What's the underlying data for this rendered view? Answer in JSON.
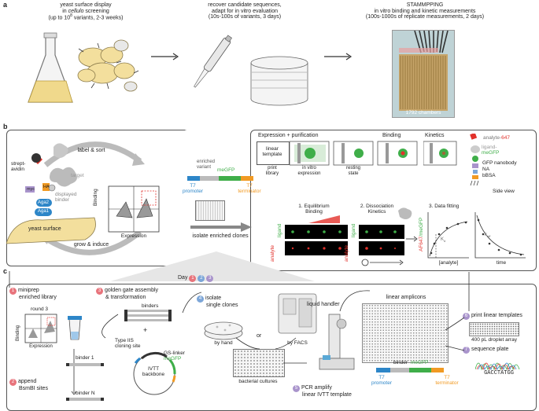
{
  "panel_a": {
    "letter": "a",
    "step1": {
      "line1": "yeast surface display",
      "line2_pre": "in ",
      "line2_italic": "cellulo",
      "line2_post": " screening",
      "line3": "(up to 10",
      "line3_sup": "8",
      "line3_post": " variants, 2-3 weeks)"
    },
    "step2": {
      "line1": "recover candidate sequences,",
      "line2": "adapt for in vitro evaluation",
      "line3": "(10s-100s of variants, 3 days)"
    },
    "step3": {
      "line1": "STAMMPPING",
      "line2": "in vitro binding and kinetic measurements",
      "line3": "(100s-1000s of replicate measurements, 2 days)"
    },
    "chip_label": "1792 chambers"
  },
  "panel_b": {
    "letter": "b",
    "label_sort": "label & sort",
    "grow_induce": "grow & induce",
    "strept": "strept-",
    "avidin": "avidin",
    "target": "target",
    "displayed": "displayed",
    "binder": "binder",
    "myc": "myc",
    "ha": "HA",
    "aga2": "Aga2",
    "aga1": "Aga1",
    "yeast_surface": "yeast surface",
    "binding": "Binding",
    "expression": "Expression",
    "enriched": "enriched",
    "variant": "variant",
    "t7_promoter_1": "T7",
    "t7_promoter_2": "promoter",
    "megfp": "meGFP",
    "t7_terminator_1": "T7",
    "t7_terminator_2": "terminator",
    "isolate": "isolate enriched clones",
    "expr_purif": "Expression + purification",
    "linear_template_1": "linear",
    "linear_template_2": "template",
    "print_library_1": "print",
    "print_library_2": "library",
    "in_vitro_1": "in vitro",
    "in_vitro_2": "expression",
    "resting_1": "resting",
    "resting_2": "state",
    "binding_title": "Binding",
    "kinetics_title": "Kinetics",
    "analyte_pre": "analyte-",
    "analyte_num": "647",
    "ligand_1": "ligand-",
    "ligand_2": "meGFP",
    "gfp_nanobody": "GFP nanobody",
    "na": "NA",
    "bbsa": "bBSA",
    "side_view": "Side view",
    "eq_title_1": "1. Equilibrium",
    "eq_title_2": "Binding",
    "ligand": "ligand",
    "analyte": "analyte",
    "diss_title_1": "2. Dissociation",
    "diss_title_2": "Kinetics",
    "fit_title": "3. Data fitting",
    "ylabel_pre": "AF647",
    "ylabel_post": "/meGFP",
    "x_analyte": "[analyte]",
    "x_time": "time",
    "kd": "K",
    "kd_sub": "d",
    "koff": "k",
    "koff_sub": "off"
  },
  "panel_c": {
    "letter": "c",
    "day": "Day",
    "badges": [
      "1",
      "2",
      "3"
    ],
    "s1_line1": "miniprep",
    "s1_line2": "enriched library",
    "round3": "round 3",
    "binding": "Binding",
    "expression": "Expression",
    "s2_line1": "append",
    "s2_line2": "BsmBI sites",
    "binder1": "binder 1",
    "binderN": "binder N",
    "s3_line1": "golden gate assembly",
    "s3_line2": "& transformation",
    "binders": "binders",
    "plus": "+",
    "type_iis_1": "Type IIS",
    "type_iis_2": "cloning site",
    "gs_linker": "GS-linker",
    "megfp": "meGFP",
    "ivtt_1": "IVTT",
    "ivtt_2": "backbone",
    "s4_line1": "isolate",
    "s4_line2": "single clones",
    "by_hand": "by hand",
    "or": "or",
    "by_facs": "by FACS",
    "bacterial": "bacterial cultures",
    "liquid_handler": "liquid handler",
    "linear_amplicons": "linear amplicons",
    "s5_line1": "PCR amplify",
    "s5_line2": "linear IVTT template",
    "t7_1": "T7",
    "promoter": "promoter",
    "binder": "binder",
    "megfp2": "meGFP",
    "t7_2": "T7",
    "terminator": "terminator",
    "s6": "print linear templates",
    "droplet": "400 pL droplet array",
    "s7": "sequence plate",
    "seq": "GACCTATGG"
  },
  "colors": {
    "day1": "#e8747c",
    "day2": "#7ca6d8",
    "day3": "#a994cc",
    "green": "#3fae49",
    "red": "#e2312b",
    "orange": "#f19a23",
    "blue": "#2d86c8",
    "gray": "#9a9a9a"
  }
}
